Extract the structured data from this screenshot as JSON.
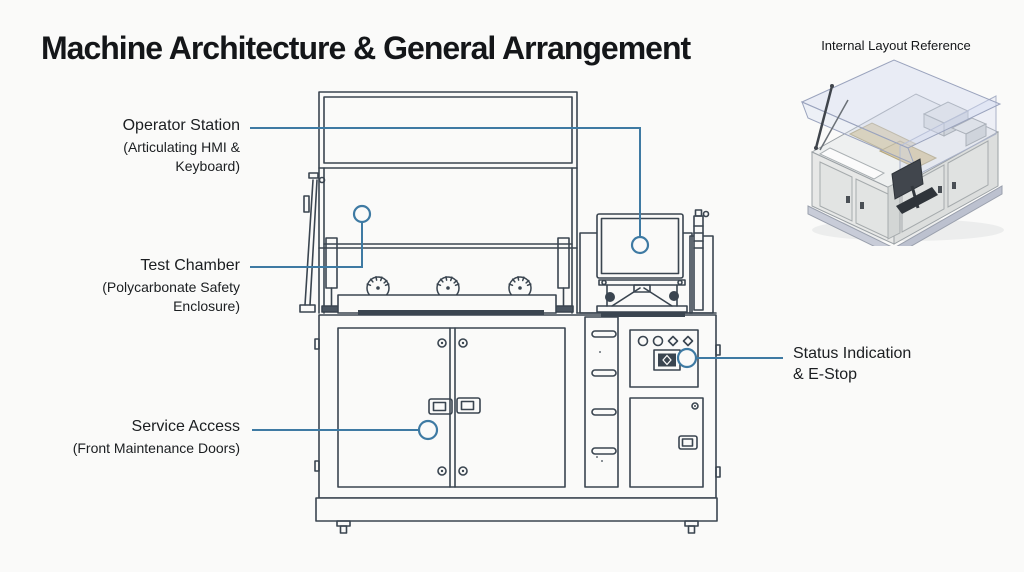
{
  "title": "Machine Architecture & General Arrangement",
  "colors": {
    "background": "#fafaf9",
    "diagram_line": "#3a4550",
    "callout_accent": "#3e7aa3",
    "text": "#17191c"
  },
  "callouts": [
    {
      "id": "operator-station",
      "label": "Operator Station",
      "sublabel": "(Articulating HMI &\nKeyboard)"
    },
    {
      "id": "test-chamber",
      "label": "Test Chamber",
      "sublabel": "(Polycarbonate Safety\nEnclosure)"
    },
    {
      "id": "service-access",
      "label": "Service Access",
      "sublabel": "(Front Maintenance Doors)"
    },
    {
      "id": "status-estop",
      "label": "Status Indication\n& E-Stop",
      "sublabel": ""
    }
  ],
  "reference": {
    "caption": "Internal Layout Reference"
  }
}
